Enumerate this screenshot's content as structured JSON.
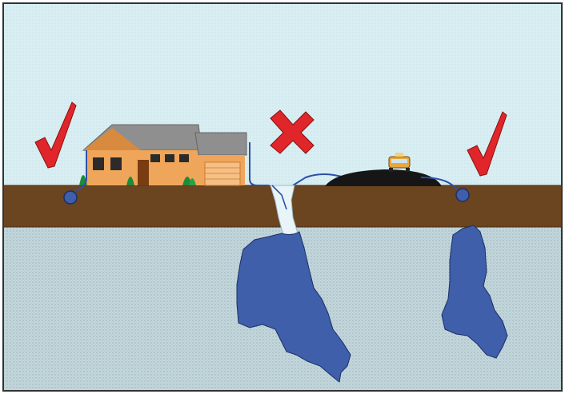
{
  "colors": {
    "sky": "#d8eef2",
    "soil": "#6b4420",
    "groundwater": "#b9d0d6",
    "aquifer_plume": "#3f5faa",
    "check_mark": "#e0262a",
    "x_mark": "#e0262a",
    "pipe": "#2e4fa8",
    "sinkhole_channel": "#e8f4f7",
    "mound": "#161616",
    "house_wall": "#f0a65a",
    "house_roof": "#8f8f8f",
    "border": "#333333"
  },
  "icons": {
    "left_mark": "check-mark-icon",
    "center_mark": "x-mark-icon",
    "right_mark": "check-mark-icon",
    "house": "house-icon",
    "vehicle": "vehicle-icon"
  },
  "scenarios": {
    "left": "correct",
    "center": "incorrect",
    "right": "correct"
  }
}
